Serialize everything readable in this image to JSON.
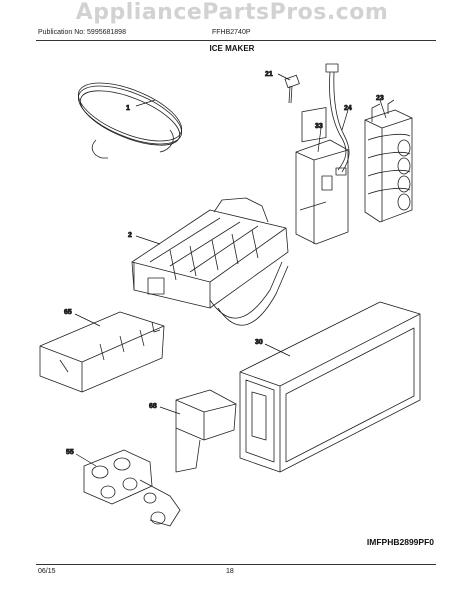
{
  "watermark": "AppliancePartsPros.com",
  "header": {
    "publication": "Publication No: 5995681898",
    "model": "FFHB2740P",
    "title": "ICE MAKER"
  },
  "callouts": [
    {
      "id": "1",
      "text": "1"
    },
    {
      "id": "21",
      "text": "21"
    },
    {
      "id": "24",
      "text": "24"
    },
    {
      "id": "23",
      "text": "23"
    },
    {
      "id": "33",
      "text": "33"
    },
    {
      "id": "2",
      "text": "2"
    },
    {
      "id": "65",
      "text": "65"
    },
    {
      "id": "30",
      "text": "30"
    },
    {
      "id": "68",
      "text": "68"
    },
    {
      "id": "55",
      "text": "55"
    }
  ],
  "figure_code": "IMFPHB2899PF0",
  "footer": {
    "date": "06/15",
    "page": "18"
  }
}
